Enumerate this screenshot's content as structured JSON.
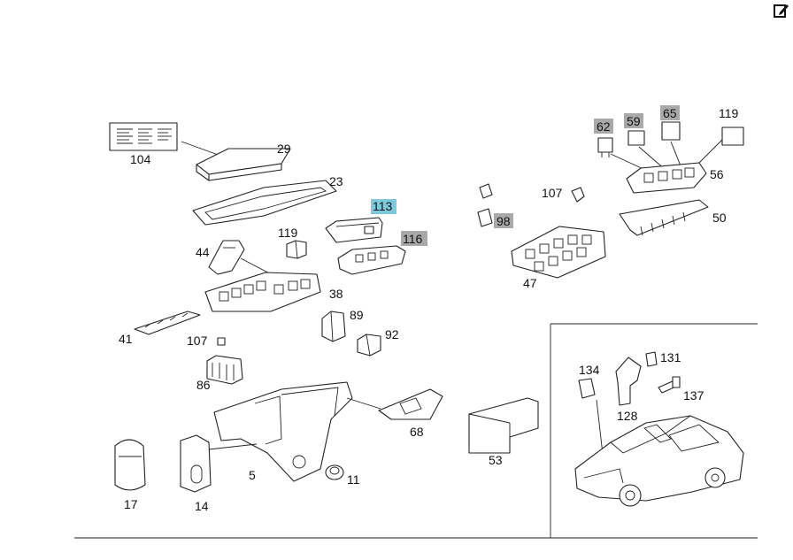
{
  "toolbar": {
    "edit_icon": "edit-icon"
  },
  "callouts": {
    "c104": "104",
    "c29": "29",
    "c23": "23",
    "c113": "113",
    "c116": "116",
    "c119a": "119",
    "c44": "44",
    "c38": "38",
    "c41": "41",
    "c107a": "107",
    "c89": "89",
    "c92": "92",
    "c86": "86",
    "c68": "68",
    "c53": "53",
    "c5": "5",
    "c11": "11",
    "c17": "17",
    "c14": "14",
    "c62": "62",
    "c59": "59",
    "c65": "65",
    "c119b": "119",
    "c56": "56",
    "c107b": "107",
    "c98": "98",
    "c50": "50",
    "c47": "47",
    "c134": "134",
    "c131": "131",
    "c137": "137",
    "c128": "128"
  },
  "colors": {
    "highlight_gray": "#a9a9a9",
    "highlight_blue": "#7ec9dc",
    "line": "#222222"
  }
}
